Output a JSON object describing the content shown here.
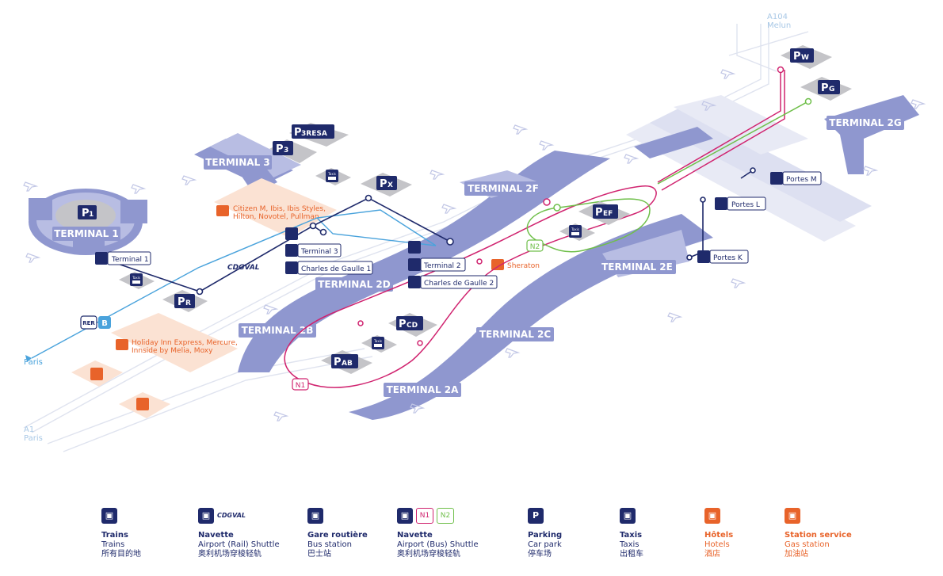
{
  "terminals": {
    "t1": "TERMINAL 1",
    "t3": "TERMINAL 3",
    "t2a": "TERMINAL 2A",
    "t2b": "TERMINAL 2B",
    "t2c": "TERMINAL 2C",
    "t2d": "TERMINAL 2D",
    "t2e": "TERMINAL 2E",
    "t2f": "TERMINAL 2F",
    "t2g": "TERMINAL 2G"
  },
  "parkings": {
    "p1": "1",
    "p3": "3",
    "p3resa": "3RESA",
    "px": "X",
    "pr": "R",
    "pab": "AB",
    "pcd": "CD",
    "pef": "EF",
    "pw": "W",
    "pg": "G"
  },
  "stations": {
    "terminal1": "Terminal 1",
    "terminal3": "Terminal 3",
    "cdg1": "Charles de Gaulle 1",
    "terminal2": "Terminal 2",
    "cdg2": "Charles de Gaulle 2",
    "portesM": "Portes M",
    "portesL": "Portes L",
    "portesK": "Portes K"
  },
  "hotels": {
    "h1_line1": "Citizen M,  Ibis, Ibis Styles,",
    "h1_line2": "Hilton, Novotel, Pullman",
    "h2_line1": "Holiday Inn Express, Mercure,",
    "h2_line2": "Innside by Melia, Moxy",
    "sheraton": "Sheraton"
  },
  "roads": {
    "a104": "A104",
    "melun": "Melun",
    "a1": "A1",
    "a1paris": "Paris",
    "paris": "Paris",
    "rer": "RER",
    "rer_b": "B",
    "cdgval": "CDGVAL",
    "n1": "N1",
    "n2": "N2",
    "taxis_mini": "Taxis"
  },
  "colors": {
    "navy": "#1f2a6b",
    "terminal": "#8f97cf",
    "terminal_light": "#b8bde3",
    "grey": "#c4c4c8",
    "red": "#d0236f",
    "green": "#6fbf4a",
    "lightblue": "#4aa3dc",
    "orange": "#e8632a",
    "orange_bg": "#fbe2d3"
  },
  "legend": [
    {
      "icon": "train-icon",
      "title": "Trains",
      "sub": "Trains",
      "cn": "所有目的地"
    },
    {
      "icon": "shuttle-rail-icon",
      "extra": "CDGVAL",
      "title": "Navette",
      "sub": "Airport (Rail) Shuttle",
      "cn": "奥利机场穿梭轻轨"
    },
    {
      "icon": "bus-icon",
      "title": "Gare routière",
      "sub": "Bus station",
      "cn": "巴士站"
    },
    {
      "icon": "shuttle-bus-icon",
      "pill1": "N1",
      "pill2": "N2",
      "title": "Navette",
      "sub": "Airport (Bus) Shuttle",
      "cn": "奥利机场穿梭轻轨"
    },
    {
      "icon": "parking-icon",
      "glyph": "P",
      "title": "Parking",
      "sub": "Car park",
      "cn": "停车场"
    },
    {
      "icon": "taxi-icon",
      "title": "Taxis",
      "sub": "Taxis",
      "cn": "出租车"
    },
    {
      "icon": "hotel-icon",
      "title": "Hôtels",
      "sub": "Hotels",
      "cn": "酒店",
      "orange": true
    },
    {
      "icon": "gas-station-icon",
      "title": "Station service",
      "sub": "Gas station",
      "cn": "加油站",
      "orange": true
    }
  ]
}
